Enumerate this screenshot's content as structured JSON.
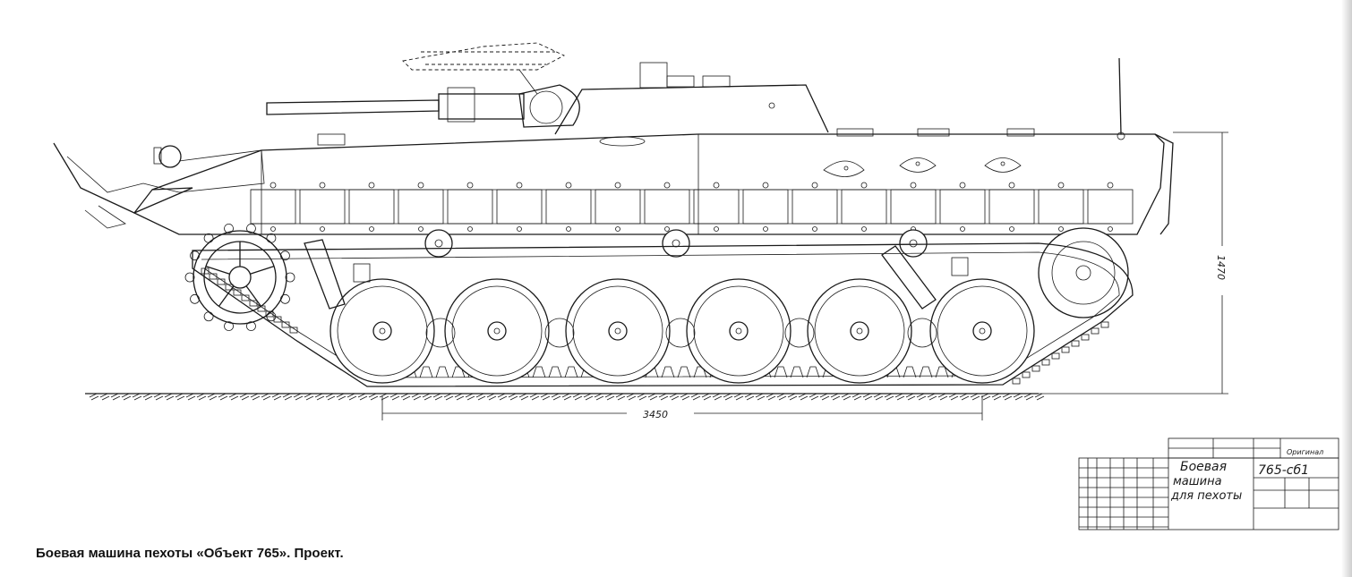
{
  "caption": "Боевая машина пехоты «Объект 765». Проект.",
  "dimensions": {
    "length_label": "3450",
    "height_label": "1470"
  },
  "title_block": {
    "name_line1": "Боевая",
    "name_line2": "машина",
    "name_line3": "для пехоты",
    "designation": "765-сб1",
    "original": "Оригинал"
  }
}
